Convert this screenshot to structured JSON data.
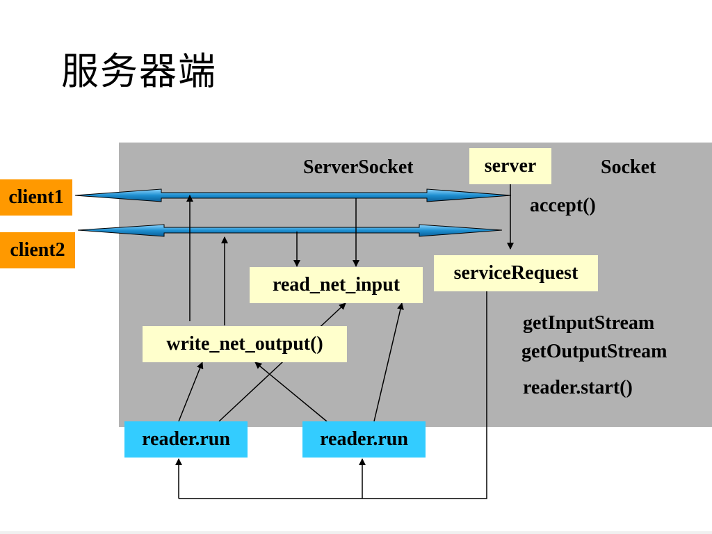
{
  "title": "服务器端",
  "labels": {
    "server_socket": "ServerSocket",
    "socket": "Socket",
    "accept": "accept()",
    "get_input_stream": "getInputStream",
    "get_output_stream": "getOutputStream",
    "reader_start": "reader.start()"
  },
  "boxes": {
    "server": "server",
    "client1": "client1",
    "client2": "client2",
    "read_net_input": "read_net_input",
    "service_request": "serviceRequest",
    "write_net_output": "write_net_output()",
    "reader_run_left": "reader.run",
    "reader_run_right": "reader.run"
  },
  "colors": {
    "panel": "#b2b2b2",
    "yellow_box": "#ffffcc",
    "orange_box": "#ff9900",
    "blue_box": "#33ccff",
    "connection_arrow": "#1e8fd0"
  }
}
